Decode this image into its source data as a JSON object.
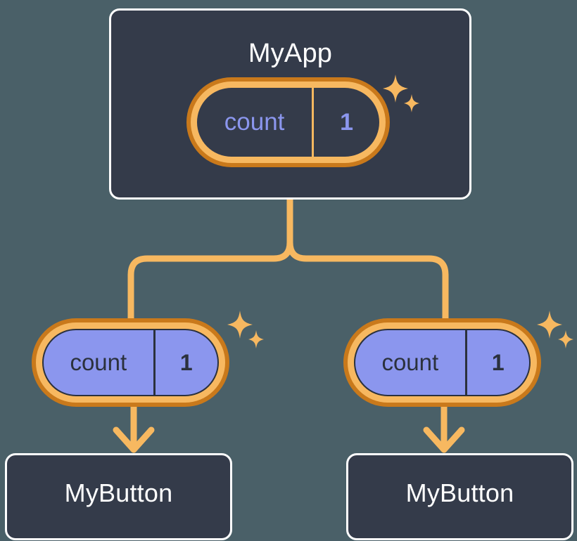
{
  "diagram": {
    "title": "React component tree with shared count state",
    "background_color": "#4a6068"
  },
  "colors": {
    "background": "#4a6068",
    "box_fill": "#343b4a",
    "box_border": "#ffffff",
    "pill_outer_ring": "#c9791b",
    "pill_inner_ring": "#f7b860",
    "pill_purple_fill": "#8b96ee",
    "accent_purple_text": "#8b96ee",
    "dark_text": "#2b313d",
    "wire": "#f7b860",
    "sparkle": "#f7b860"
  },
  "nodes": {
    "root": {
      "label": "MyApp",
      "state": {
        "key": "count",
        "value": "1"
      }
    },
    "children": [
      {
        "label": "MyButton",
        "state": {
          "key": "count",
          "value": "1"
        }
      },
      {
        "label": "MyButton",
        "state": {
          "key": "count",
          "value": "1"
        }
      }
    ]
  },
  "icons": {
    "sparkle": "sparkle-icon",
    "arrow": "arrow-down-icon"
  }
}
